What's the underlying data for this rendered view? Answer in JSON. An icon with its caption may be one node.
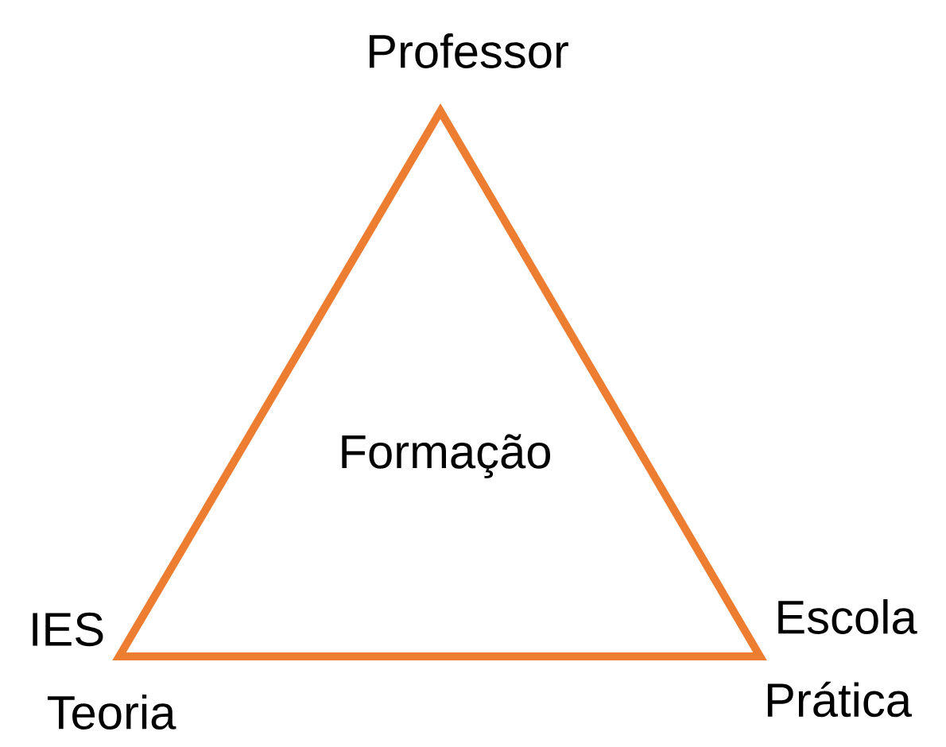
{
  "diagram": {
    "nodes": [
      {
        "text": [
          "Formação"
        ]
      }
    ],
    "labels": [
      "Professor",
      "IES",
      "Escola",
      "Teoria",
      "Prática"
    ]
  }
}
